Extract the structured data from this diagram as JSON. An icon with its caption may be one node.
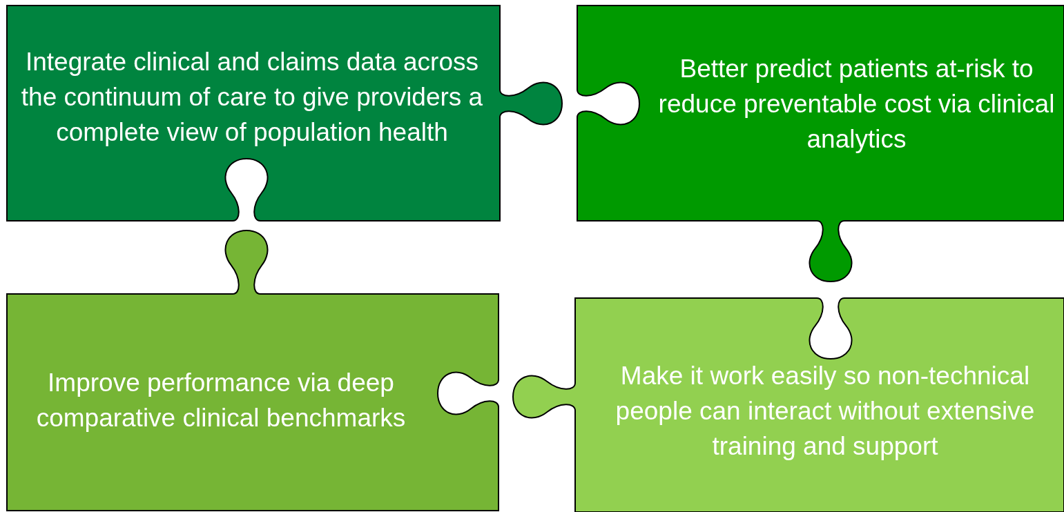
{
  "diagram": {
    "nodes": [
      {
        "text": [
          "Integrate clinical and claims data across the continuum of care to give providers a complete view of population health"
        ]
      },
      {
        "text": [
          "Better predict patients at-risk to reduce preventable cost via clinical analytics"
        ]
      },
      {
        "text": [
          "Improve performance via deep comparative clinical benchmarks"
        ]
      },
      {
        "text": [
          "Make it work easily so non-technical people can interact without extensive training and support"
        ]
      }
    ]
  }
}
